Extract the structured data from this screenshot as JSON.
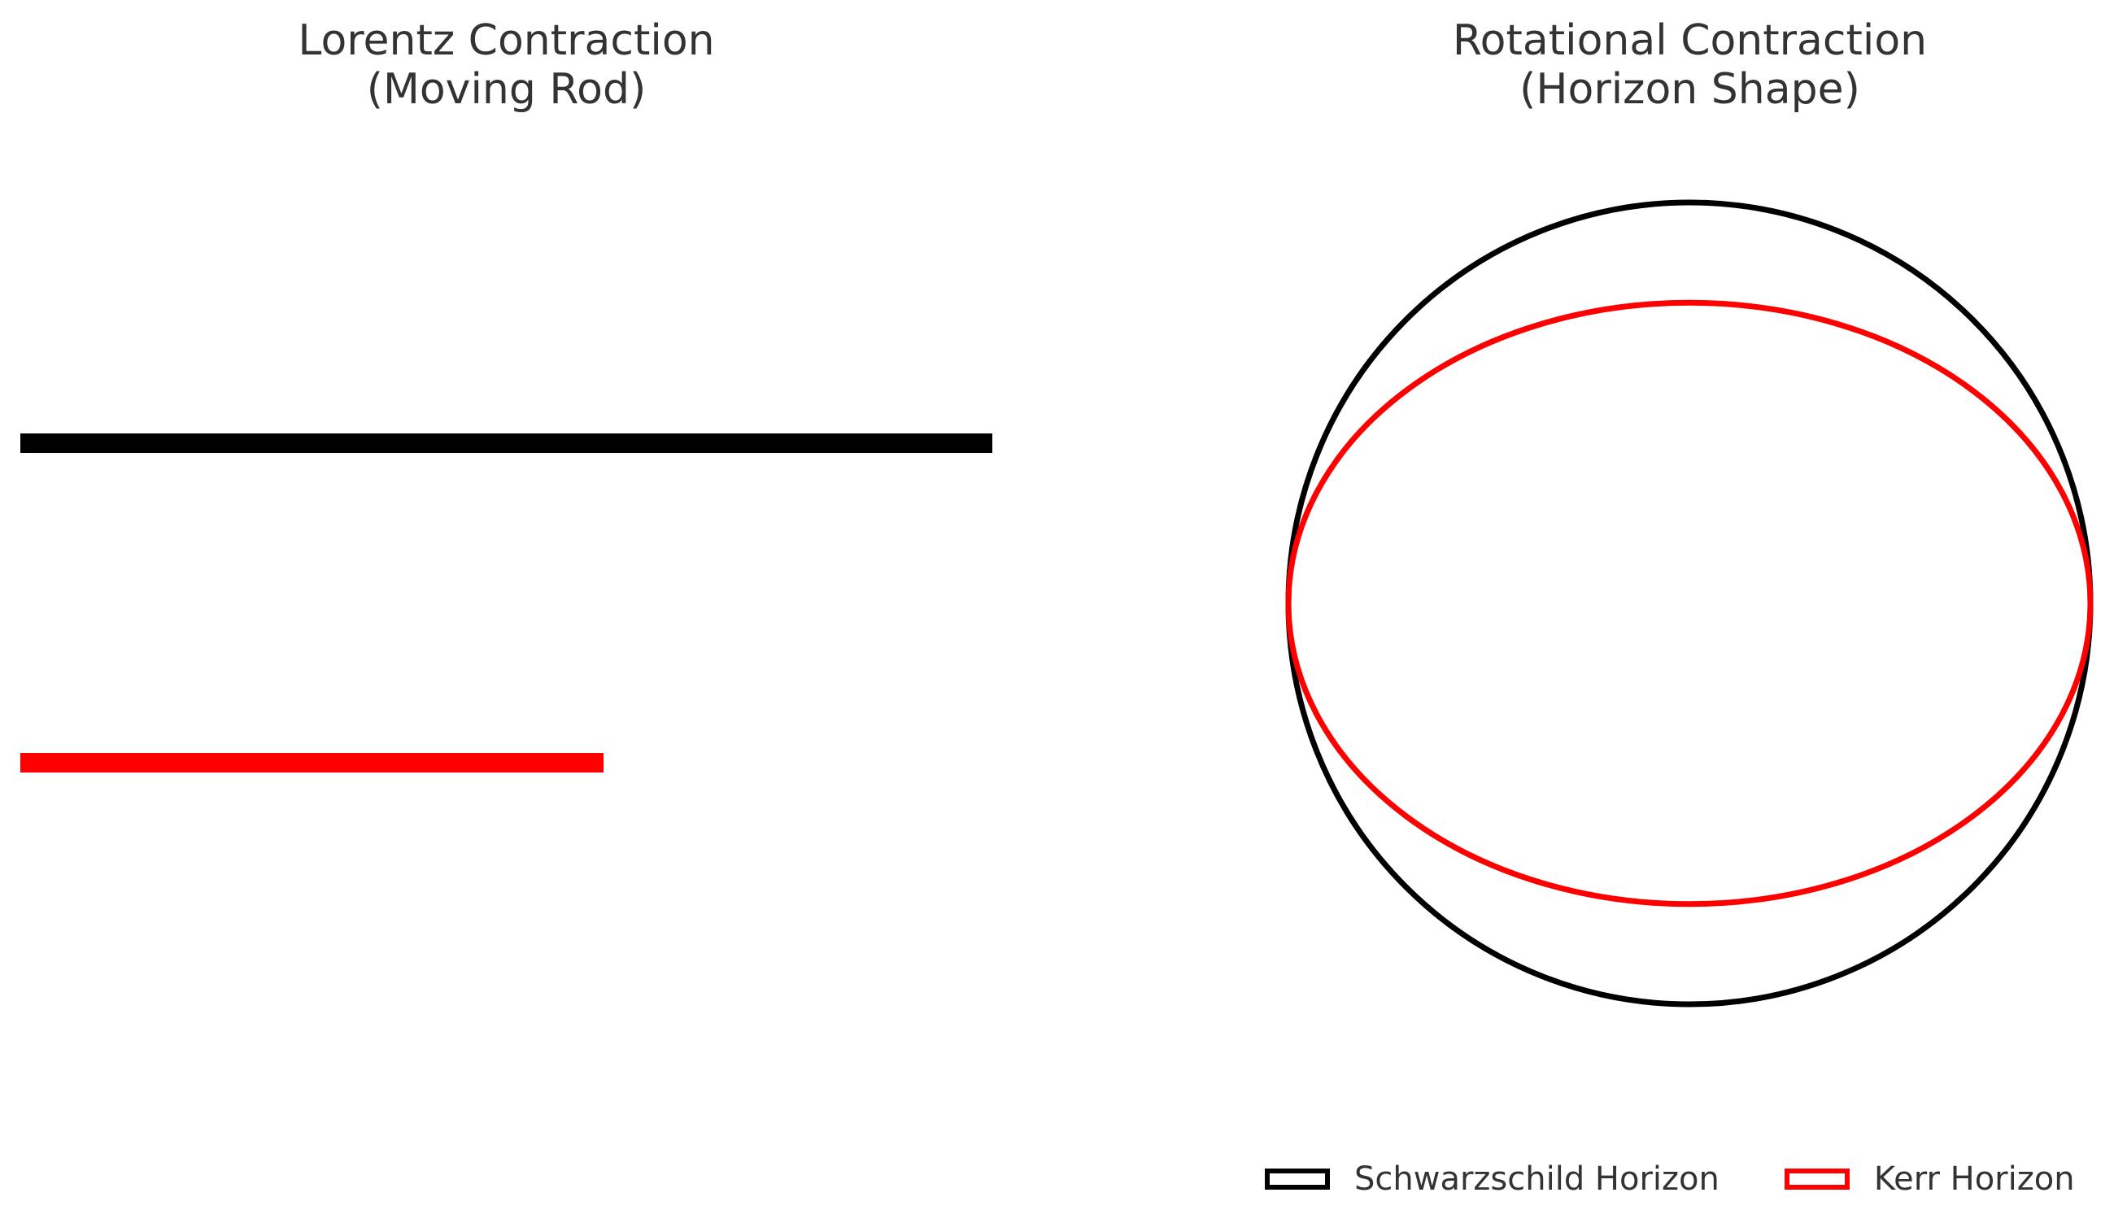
{
  "chart_data": [
    {
      "type": "line",
      "title_line1": "Lorentz Contraction",
      "title_line2": "(Moving Rod)",
      "xlim": [
        0,
        1.2
      ],
      "series": [
        {
          "role": "rest-rod",
          "color": "#000000",
          "x": [
            0,
            1.0
          ]
        },
        {
          "role": "moving-rod",
          "color": "#ff0000",
          "x": [
            0,
            0.6
          ]
        }
      ],
      "grid": false,
      "axes_visible": false
    },
    {
      "type": "line",
      "title_line1": "Rotational Contraction",
      "title_line2": "(Horizon Shape)",
      "series": [
        {
          "name": "Schwarzschild Horizon",
          "color": "#000000",
          "shape": "ellipse",
          "a": 1.0,
          "b": 1.0
        },
        {
          "name": "Kerr Horizon",
          "color": "#ff0000",
          "shape": "ellipse",
          "a": 1.0,
          "b": 0.75
        }
      ],
      "legend_position": "bottom-right",
      "grid": false,
      "axes_visible": false
    }
  ]
}
